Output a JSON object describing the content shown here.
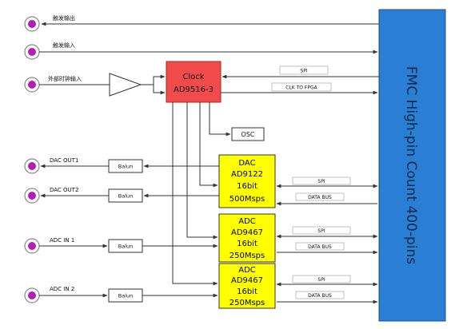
{
  "fmc": {
    "label": "FMC High-pin Count 400-pins",
    "color": "#2a7fd4"
  },
  "clock": {
    "line1": "Clock",
    "line2": "AD9516-3",
    "color": "#f24b4b"
  },
  "osc": {
    "label": "OSC"
  },
  "ports": [
    {
      "label": "触发输出"
    },
    {
      "label": "触发输入"
    },
    {
      "label": "外部时钟输入"
    },
    {
      "label": "DAC OUT1"
    },
    {
      "label": "DAC OUT2"
    },
    {
      "label": "ADC IN 1"
    },
    {
      "label": "ADC IN 2"
    }
  ],
  "baluns": [
    {
      "label": "Balun"
    },
    {
      "label": "Balun"
    },
    {
      "label": "Balun"
    },
    {
      "label": "Balun"
    }
  ],
  "chips": [
    {
      "line1": "DAC",
      "line2": "AD9122",
      "line3": "16bit",
      "line4": "500Msps"
    },
    {
      "line1": "ADC",
      "line2": "AD9467",
      "line3": "16bit",
      "line4": "250Msps"
    },
    {
      "line1": "ADC",
      "line2": "AD9467",
      "line3": "16bit",
      "line4": "250Msps"
    }
  ],
  "links": {
    "clock_spi": "SPI",
    "clk_to_fpga": "CLK TO FPGA",
    "spi": "SPI",
    "data_bus": "DATA BUS"
  },
  "colors": {
    "chip": "#ffff00",
    "port_dot": "#b21fb5",
    "port_ring": "#888888"
  }
}
